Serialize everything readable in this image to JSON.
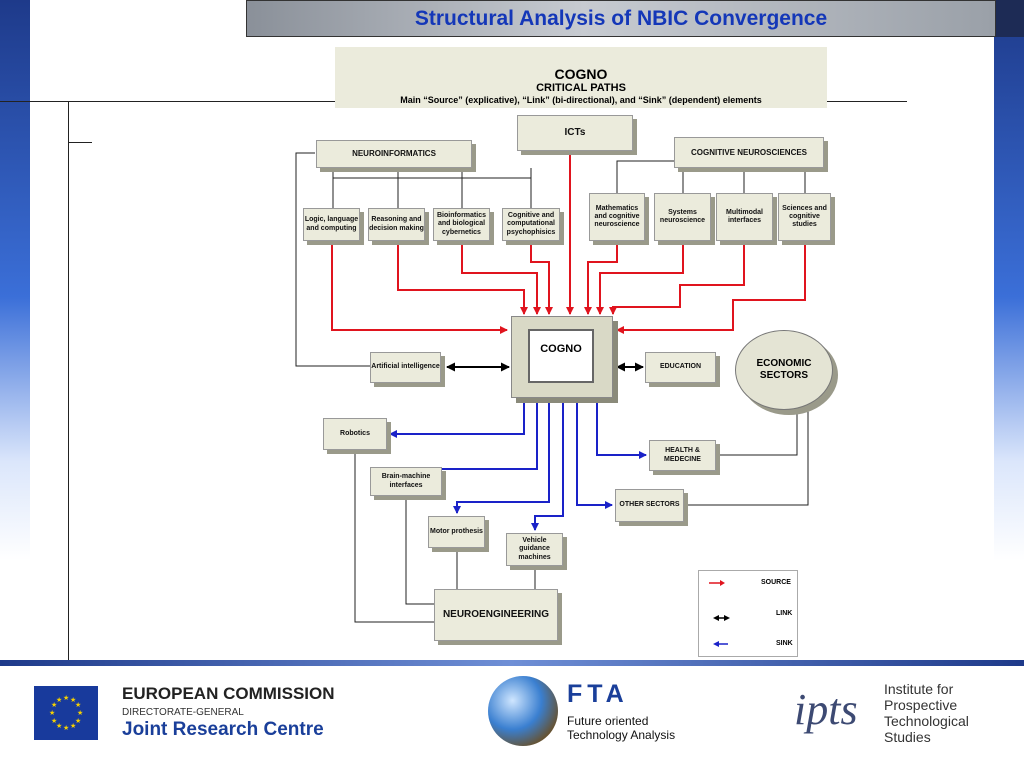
{
  "slide": {
    "title": "Structural Analysis of NBIC Convergence"
  },
  "header": {
    "line1": "COGNO",
    "line2": "CRITICAL PATHS",
    "line3": "Main “Source” (explicative), “Link” (bi-directional), and “Sink” (dependent) elements"
  },
  "nodes": {
    "icts": "ICTs",
    "neuroinformatics": "NEUROINFORMATICS",
    "cognitive_neurosciences": "COGNITIVE NEUROSCIENCES",
    "logic": "Logic, language and computing",
    "reasoning": "Reasoning and decision making",
    "bioinformatics": "Bioinformatics and biological cybernetics",
    "cognitive_computational": "Cognitive and computational psychophisics",
    "mathematics": "Mathematics and cognitive neuroscience",
    "systems": "Systems neuroscience",
    "multimodal": "Multimodal interfaces",
    "sciences": "Sciences and cognitive studies",
    "cogno": "COGNO",
    "ai": "Artificial intelligence",
    "education": "EDUCATION",
    "economic_sectors": "ECONOMIC SECTORS",
    "robotics": "Robotics",
    "health": "HEALTH & MEDECINE",
    "brain_machine": "Brain-machine interfaces",
    "other_sectors": "OTHER SECTORS",
    "motor": "Motor prothesis",
    "vehicle": "Vehicle guidance machines",
    "neuroengineering": "NEUROENGINEERING"
  },
  "legend": {
    "source": "SOURCE",
    "link": "LINK",
    "sink": "SINK"
  },
  "colors": {
    "source": "#e0141e",
    "sink": "#1a22c8",
    "link": "#000000",
    "title": "#1437b8"
  },
  "footer": {
    "ec_line1": "EUROPEAN COMMISSION",
    "ec_line2": "DIRECTORATE-GENERAL",
    "ec_line3": "Joint Research Centre",
    "fta_acronym": "FTA",
    "fta_name": "Future oriented Technology Analysis",
    "ipts_logo": "ipts",
    "ipts_name": "Institute for Prospective Technological Studies"
  }
}
